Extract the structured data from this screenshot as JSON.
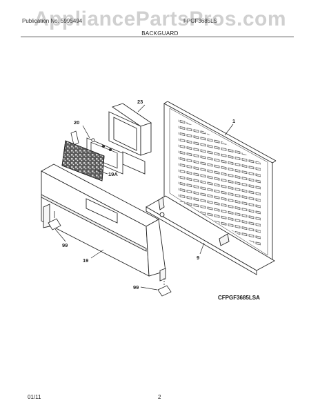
{
  "watermark": "AppliancePartsPros.com",
  "header": {
    "left_text": "Publication No. 5995494",
    "right_text": "FPGF3685LS",
    "section_title": "BACKGUARD"
  },
  "callouts": {
    "c1": "1",
    "c9": "9",
    "c19": "19",
    "c19a": "19A",
    "c20": "20",
    "c23": "23",
    "c99a": "99",
    "c99b": "99"
  },
  "model_code": "CFPGF3685LSA",
  "footer": {
    "date": "01/11",
    "page": "2"
  }
}
